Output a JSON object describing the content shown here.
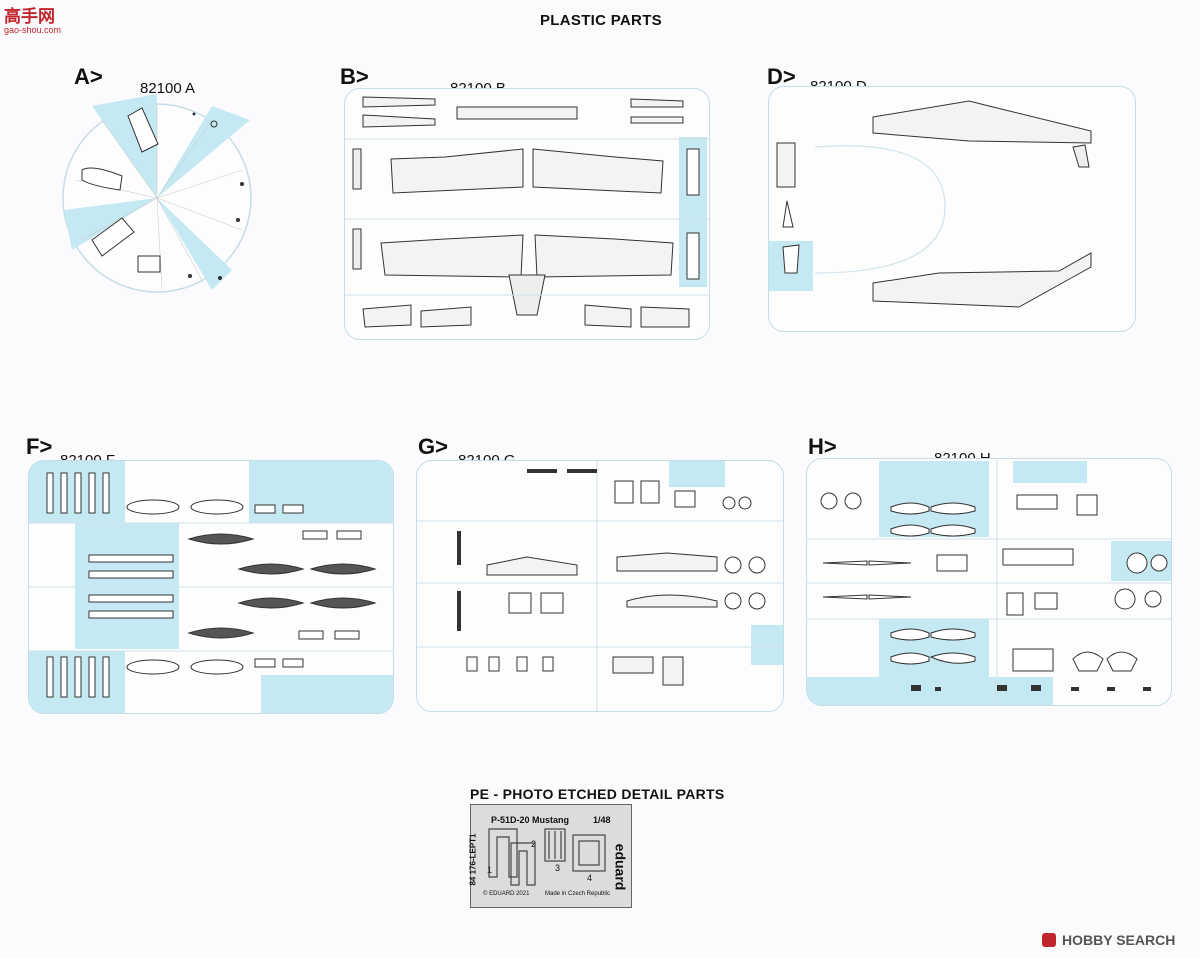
{
  "page_title": "PLASTIC PARTS",
  "watermark": {
    "logo_text": "高手网",
    "url_text": "gao-shou.com"
  },
  "sprues": [
    {
      "letter": "A>",
      "code": "82100 A"
    },
    {
      "letter": "B>",
      "code": "82100 B"
    },
    {
      "letter": "D>",
      "code": "82100 D"
    },
    {
      "letter": "F>",
      "code": "82100 F"
    },
    {
      "letter": "G>",
      "code": "82100 G"
    },
    {
      "letter": "H>",
      "code": "82100 H"
    }
  ],
  "pe_section": {
    "title": "PE - PHOTO ETCHED DETAIL PARTS",
    "sheet_title": "P-51D-20 Mustang",
    "scale": "1/48",
    "brand": "eduard",
    "code": "84 176-LEPT1",
    "copyright": "© EDUARD 2021",
    "made_in": "Made in Czech Republic",
    "part_numbers": [
      "1",
      "2",
      "3",
      "4"
    ]
  },
  "footer_watermark": "HOBBY SEARCH",
  "colors": {
    "highlight": "#c4e9f2",
    "sprue_outline": "#c5dde6",
    "watermark_red": "#c0262c"
  }
}
